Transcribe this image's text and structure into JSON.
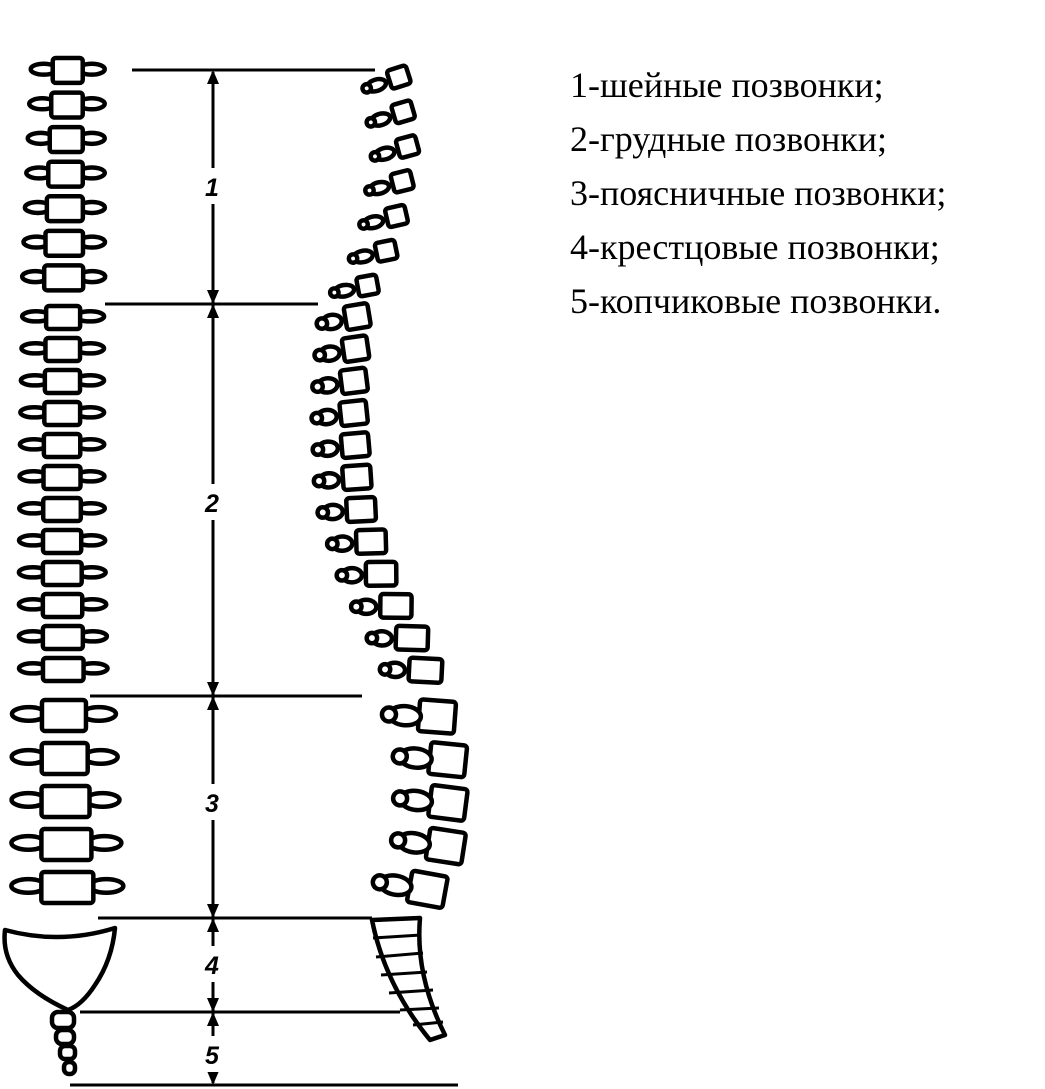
{
  "colors": {
    "ink": "#000000",
    "background": "#ffffff"
  },
  "segments": [
    {
      "number": "1",
      "label": "шейные позвонки",
      "vertebra_count": 7
    },
    {
      "number": "2",
      "label": "грудные позвонки",
      "vertebra_count": 12
    },
    {
      "number": "3",
      "label": "поясничные позвонки",
      "vertebra_count": 5
    },
    {
      "number": "4",
      "label": "крестцовые позвонки"
    },
    {
      "number": "5",
      "label": "копчиковые позвонки"
    }
  ],
  "legend": [
    "1-шейные позвонки;",
    "2-грудные позвонки;",
    "3-поясничные позвонки;",
    "4-крестцовые позвонки;",
    "5-копчиковые позвонки."
  ]
}
